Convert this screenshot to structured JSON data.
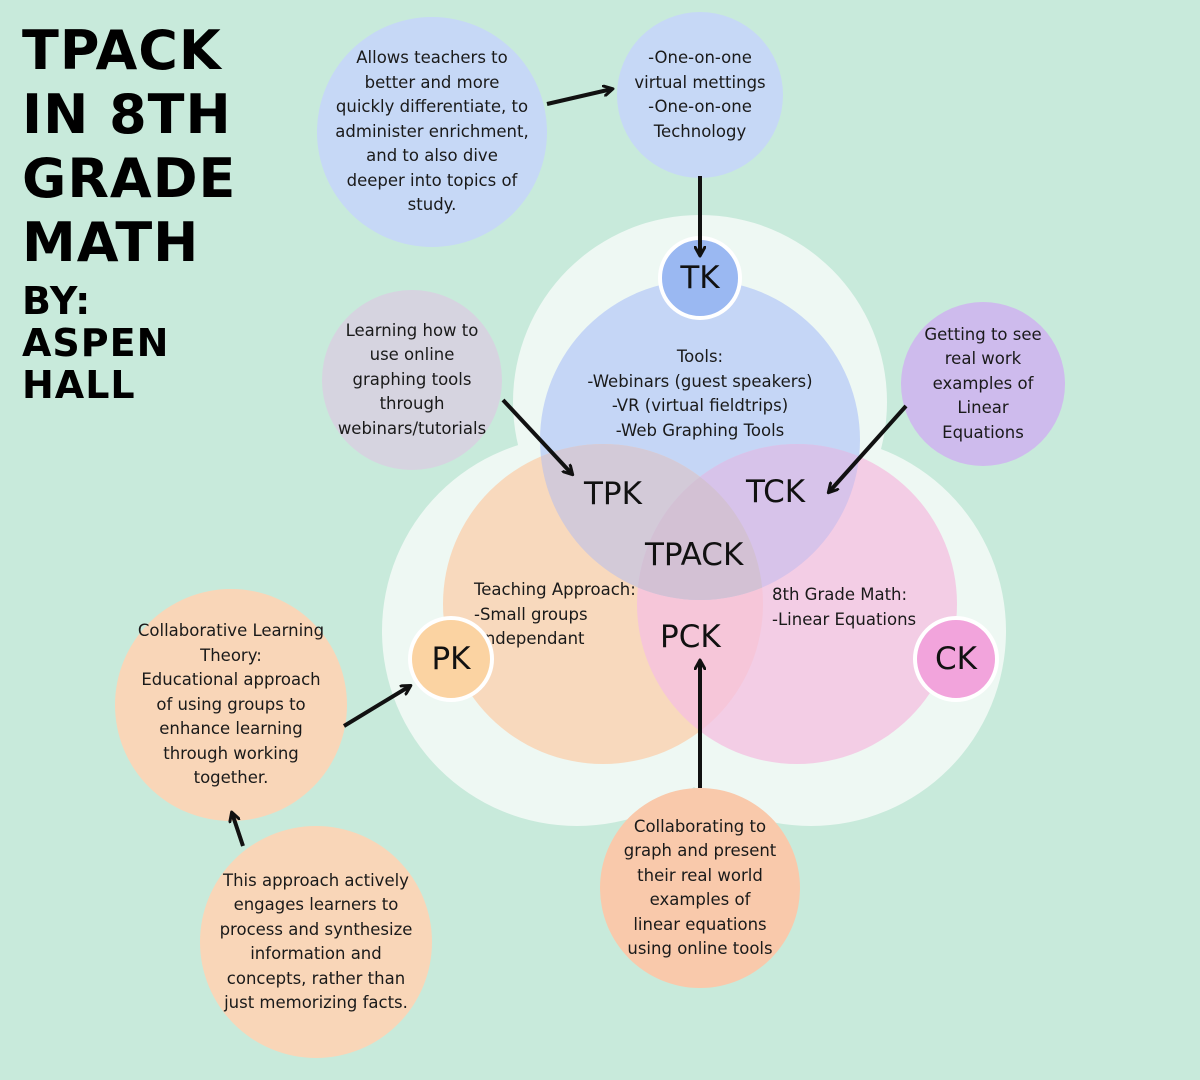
{
  "title": {
    "line1": "TPACK",
    "line2": "IN 8TH",
    "line3": "GRADE",
    "line4": "MATH",
    "line5": "BY:",
    "line6": "ASPEN",
    "line7": "HALL"
  },
  "labels": {
    "tk": "TK",
    "pk": "PK",
    "ck": "CK",
    "tpk": "TPK",
    "tck": "TCK",
    "pck": "PCK",
    "tpack": "TPACK"
  },
  "inner": {
    "tools": "Tools:\n-Webinars (guest speakers)\n-VR (virtual fieldtrips)\n-Web Graphing Tools",
    "teaching": "Teaching Approach:\n-Small groups\n-Independant",
    "math": "8th Grade Math:\n-Linear Equations"
  },
  "bubbles": {
    "differentiate": "Allows teachers to\nbetter and more\nquickly differentiate, to\nadminister enrichment,\nand to also dive\ndeeper into topics of\nstudy.",
    "oneonone": "-One-on-one\nvirtual mettings\n-One-on-one\nTechnology",
    "graphing": "Learning how to\nuse online\ngraphing tools\nthrough\nwebinars/tutorials",
    "realwork": "Getting to see\nreal work\nexamples of\nLinear\nEquations",
    "collab_theory": "Collaborative Learning\nTheory:\nEducational approach\nof using groups to\nenhance learning\nthrough working\ntogether.",
    "approach": "This approach actively\nengages learners to\nprocess and synthesize\ninformation and\nconcepts, rather than\njust memorizing facts.",
    "collab_graph": "Collaborating to\ngraph and present\ntheir real world\nexamples of\nlinear equations\nusing online tools"
  },
  "colors": {
    "background": "#c8eadb",
    "halo": "#eef8f3",
    "tech": "#c5d6f6",
    "tk_badge": "#9ab8f2",
    "pedagogy": "#f9d3b3",
    "pk_badge": "#fbd3a2",
    "content": "#f5c0e0",
    "ck_badge": "#f2a4dc",
    "bubble_blue": "#c6d8f6",
    "bubble_grey": "#d6d4e0",
    "bubble_purple": "#cebbed",
    "bubble_peach": "#f9d6b8",
    "bubble_salmon": "#f9c9ab",
    "arrow": "#111111"
  }
}
